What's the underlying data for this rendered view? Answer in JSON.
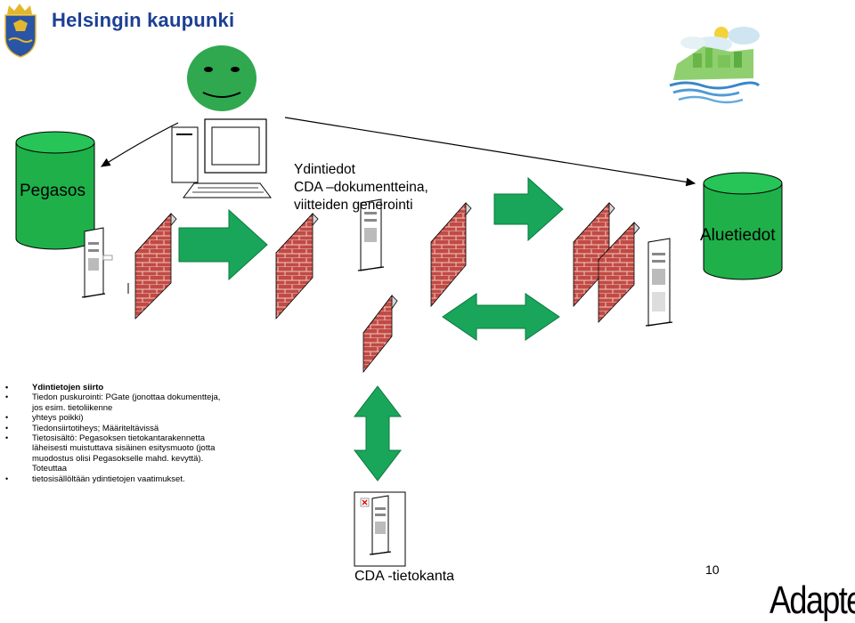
{
  "header": {
    "title": "Helsingin kaupunki"
  },
  "databases": {
    "left": "Pegasos",
    "right": "Aluetiedot"
  },
  "caption": {
    "line1": "Ydintiedot",
    "line2": "CDA –dokumentteina,",
    "line3": "viitteiden generointi"
  },
  "notes": [
    "Ydintietojen siirto",
    "Tiedon puskurointi: PGate (jonottaa dokumentteja,",
    "jos esim. tietoliikenne",
    "yhteys poikki)",
    "Tiedonsiirtotiheys; Määriteltävissä",
    "Tietosisältö: Pegasoksen tietokantarakennetta",
    "läheisesti muistuttava sisäinen esitysmuoto (jotta",
    "muodostus olisi Pegasokselle mahd. kevyttä).",
    "Toteuttaa",
    "tietosisällöltään ydintietojen vaatimukset."
  ],
  "bottom": {
    "cda_label": "CDA -tietokanta",
    "page_number": "10",
    "watermark": "Adapter"
  },
  "colors": {
    "arrow": "#19a65a",
    "arrow_stroke": "#0a7a3e",
    "database": "#1fb04a",
    "firewall": "#c0504d",
    "brand": "#1c3f94",
    "face": "#2fa84f"
  }
}
